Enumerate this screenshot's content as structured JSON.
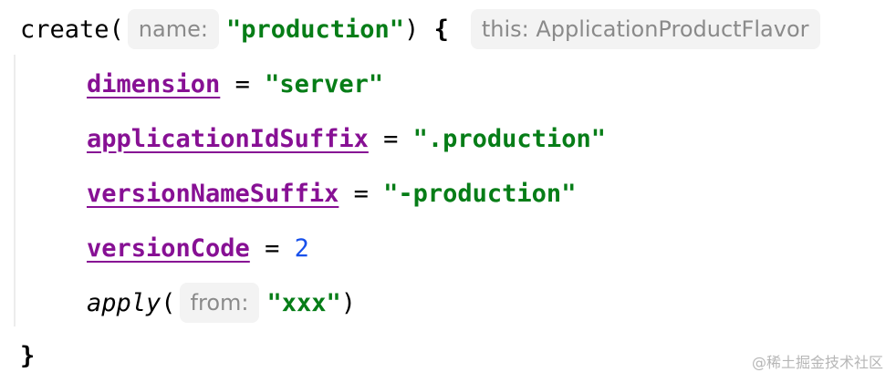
{
  "code": {
    "line1": {
      "call": "create(",
      "hint_param": "name:",
      "arg": "\"production\"",
      "close": ")",
      "brace": "{",
      "type_hint": "this: ApplicationProductFlavor"
    },
    "line2": {
      "prop": "dimension",
      "op": " = ",
      "value": "\"server\""
    },
    "line3": {
      "prop": "applicationIdSuffix",
      "op": " = ",
      "value": "\".production\""
    },
    "line4": {
      "prop": "versionNameSuffix",
      "op": " = ",
      "value": "\"-production\""
    },
    "line5": {
      "prop": "versionCode",
      "op": " = ",
      "value": "2"
    },
    "line6": {
      "call": "apply",
      "paren": "(",
      "hint_param": "from:",
      "arg": "\"xxx\"",
      "close": ")"
    },
    "line7": {
      "brace": "}"
    }
  },
  "watermark": "@稀土掘金技术社区",
  "colors": {
    "property": "#871094",
    "string": "#067d17",
    "number": "#1750eb",
    "hint_bg": "#f3f3f3",
    "hint_text": "#8a8a8a"
  }
}
